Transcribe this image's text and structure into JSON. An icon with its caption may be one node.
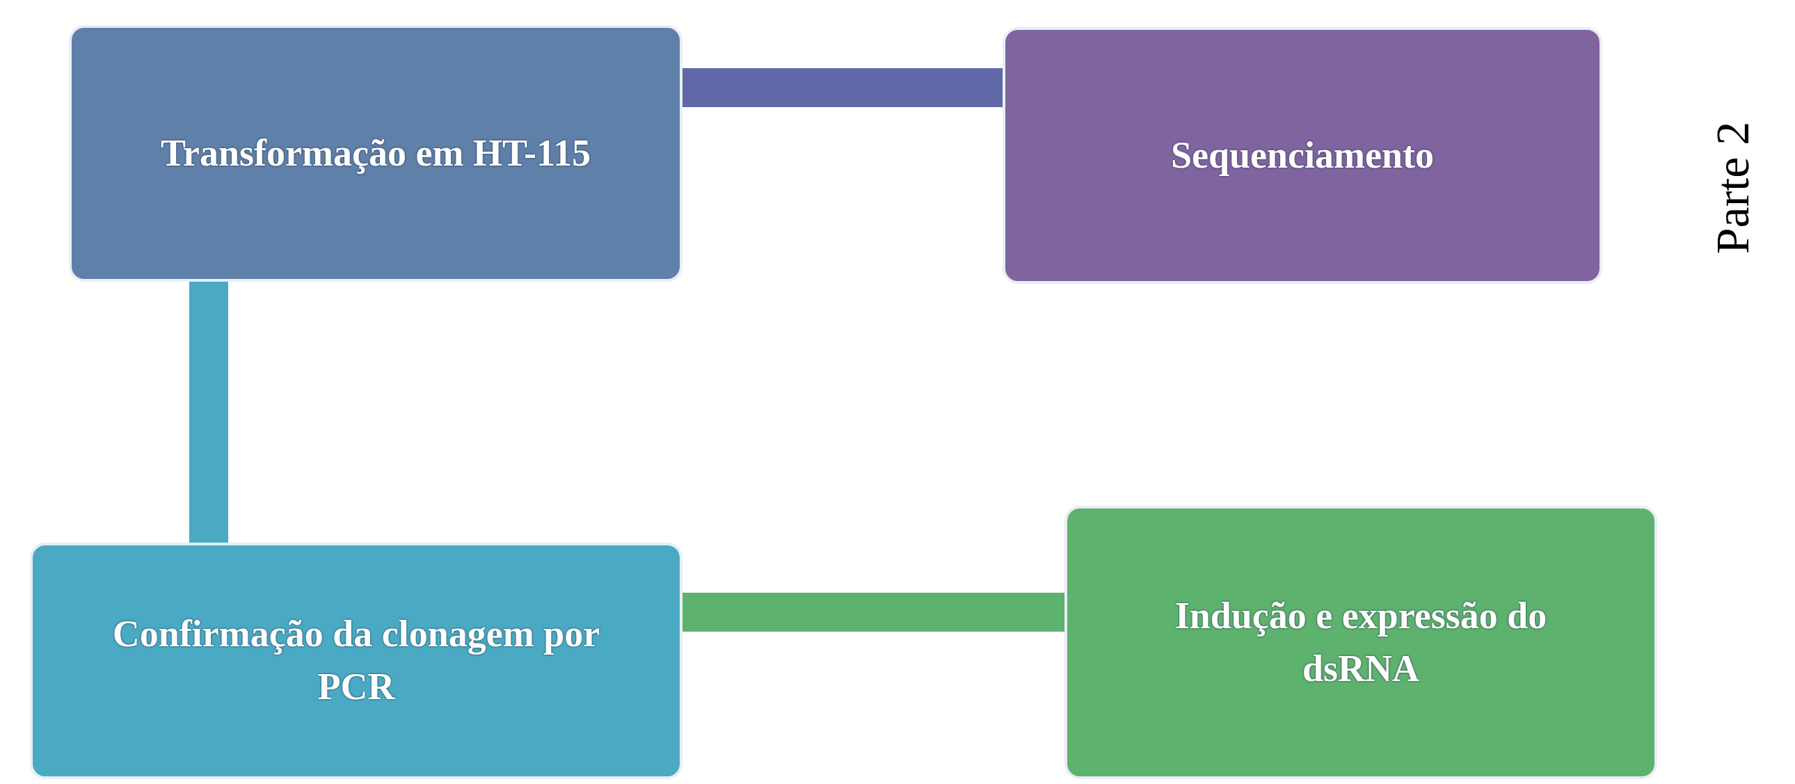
{
  "diagram": {
    "nodes": [
      {
        "text": [
          "Transformação em HT-115"
        ]
      },
      {
        "text": [
          "Sequenciamento"
        ]
      },
      {
        "text": [
          "Confirmação da clonagem por PCR"
        ]
      },
      {
        "text": [
          "Indução e expressão do dsRNA"
        ]
      }
    ],
    "edges": [
      {
        "from": 0,
        "to": 1,
        "arrow": "none",
        "color": "#6068a8"
      },
      {
        "from": 0,
        "to": 2,
        "arrow": "none",
        "color": "#4aaac4"
      },
      {
        "from": 2,
        "to": 3,
        "arrow": "none",
        "color": "#5db26e"
      }
    ],
    "labels": [
      "Parte 2"
    ]
  }
}
